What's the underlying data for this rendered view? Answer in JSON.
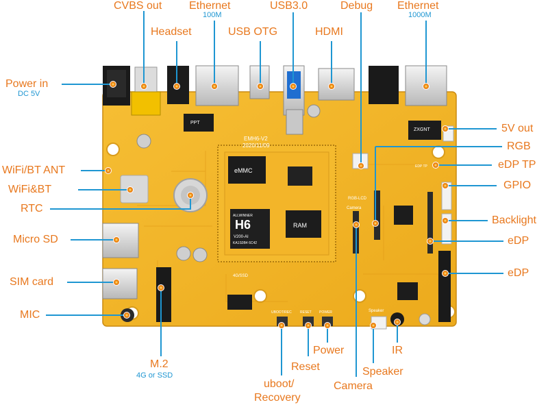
{
  "labels": {
    "cvbs_out": "CVBS out",
    "ethernet_100": "Ethernet",
    "ethernet_100_sub": "100M",
    "usb3": "USB3.0",
    "debug": "Debug",
    "ethernet_1000": "Ethernet",
    "ethernet_1000_sub": "1000M",
    "headset": "Headset",
    "usb_otg": "USB OTG",
    "hdmi": "HDMI",
    "power_in": "Power in",
    "power_in_sub": "DC 5V",
    "five_v_out": "5V out",
    "rgb": "RGB",
    "wifi_bt_ant": "WiFi/BT ANT",
    "edp_tp": "eDP TP",
    "wifi_bt": "WiFi&BT",
    "gpio": "GPIO",
    "rtc": "RTC",
    "backlight": "Backlight",
    "micro_sd": "Micro SD",
    "edp_1": "eDP",
    "sim_card": "SIM card",
    "edp_2": "eDP",
    "mic": "MIC",
    "m2": "M.2",
    "m2_sub": "4G or SSD",
    "uboot": "uboot/",
    "recovery": "Recovery",
    "reset": "Reset",
    "power": "Power",
    "camera": "Camera",
    "speaker": "Speaker",
    "ir": "IR"
  },
  "board": {
    "model": "EMH6-V2",
    "date": "2020/11/09",
    "emmc": "eMMC",
    "soc_brand": "ALLWINNER",
    "soc": "H6",
    "soc_sub1": "V200-AI",
    "soc_sub2": "KA1S0B4 6C42",
    "ram": "RAM",
    "pmic": "PPT",
    "rgb_lcd": "RGB-LCD",
    "camera_silk": "Camera",
    "ssd_silk": "4G/SSD",
    "uboot_silk": "UBOOT/REC",
    "reset_silk": "RESET",
    "power_silk": "POWER",
    "speaker_silk": "Speaker",
    "zxgnt": "ZXGNT",
    "edp_tp_silk": "EDP TP"
  },
  "colors": {
    "label": "#e8781e",
    "sublabel": "#1e96d2",
    "leader": "#1e96d2",
    "pcb": "#f2b222",
    "pcb_edge": "#c98a12",
    "dot": "#f08a1a"
  }
}
